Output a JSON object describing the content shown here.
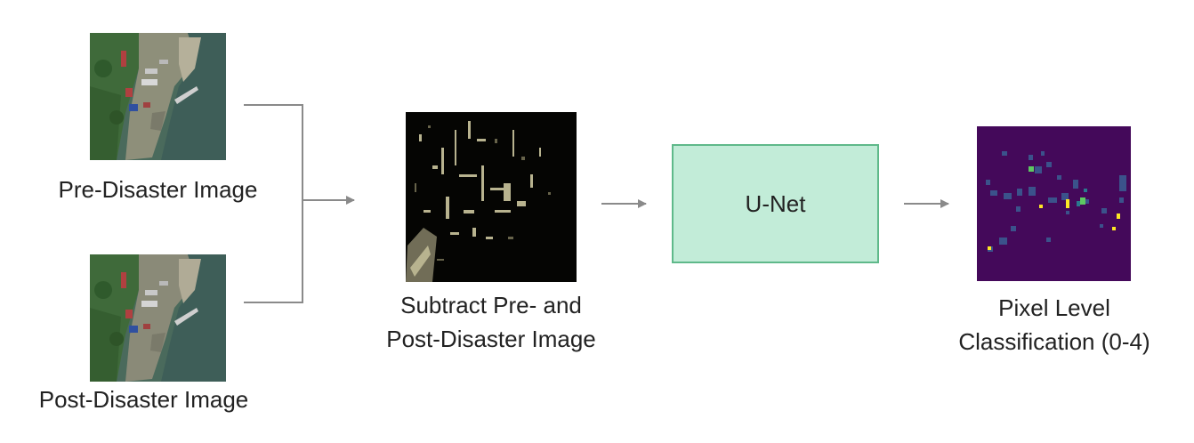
{
  "inputs": {
    "pre_label": "Pre-Disaster Image",
    "post_label": "Post-Disaster Image"
  },
  "subtract": {
    "label_line1": "Subtract Pre- and",
    "label_line2": "Post-Disaster Image"
  },
  "model": {
    "label": "U-Net"
  },
  "output": {
    "label_line1": "Pixel Level",
    "label_line2": "Classification (0-4)"
  },
  "colors": {
    "unet_fill": "#c2ecd8",
    "unet_border": "#5fb98a",
    "arrow": "#8a8a8a",
    "mask_background": "#44095a"
  }
}
